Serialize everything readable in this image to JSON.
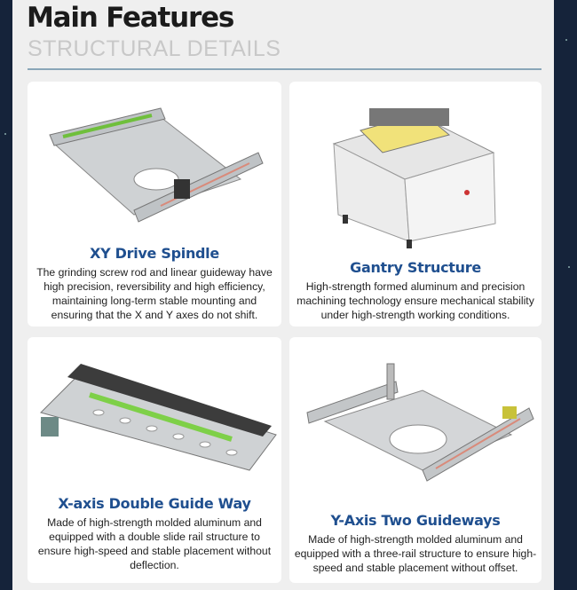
{
  "header": {
    "title": "Main Features",
    "subtitle": "STRUCTURAL DETAILS"
  },
  "colors": {
    "accent": "#1f4f8f",
    "background": "#15233a",
    "panel": "#efefef"
  },
  "features": [
    {
      "title": "XY Drive Spindle",
      "description": "The grinding screw rod and linear guideway have high precision, reversibility and high efficiency, maintaining long-term stable mounting and ensuring that the X and Y axes do not shift.",
      "image": "xy-drive-spindle-illustration"
    },
    {
      "title": "Gantry Structure",
      "description": "High-strength formed aluminum and precision machining technology ensure mechanical stability under high-strength working conditions.",
      "image": "gantry-structure-illustration"
    },
    {
      "title": "X-axis Double Guide Way",
      "description": "Made of high-strength molded aluminum and equipped with a double slide rail structure to ensure high-speed and stable placement without deflection.",
      "image": "x-axis-guide-way-illustration"
    },
    {
      "title": "Y-Axis Two Guideways",
      "description": "Made of high-strength molded aluminum and equipped with a three-rail structure to ensure high-speed and stable placement without offset.",
      "image": "y-axis-guideways-illustration"
    }
  ]
}
